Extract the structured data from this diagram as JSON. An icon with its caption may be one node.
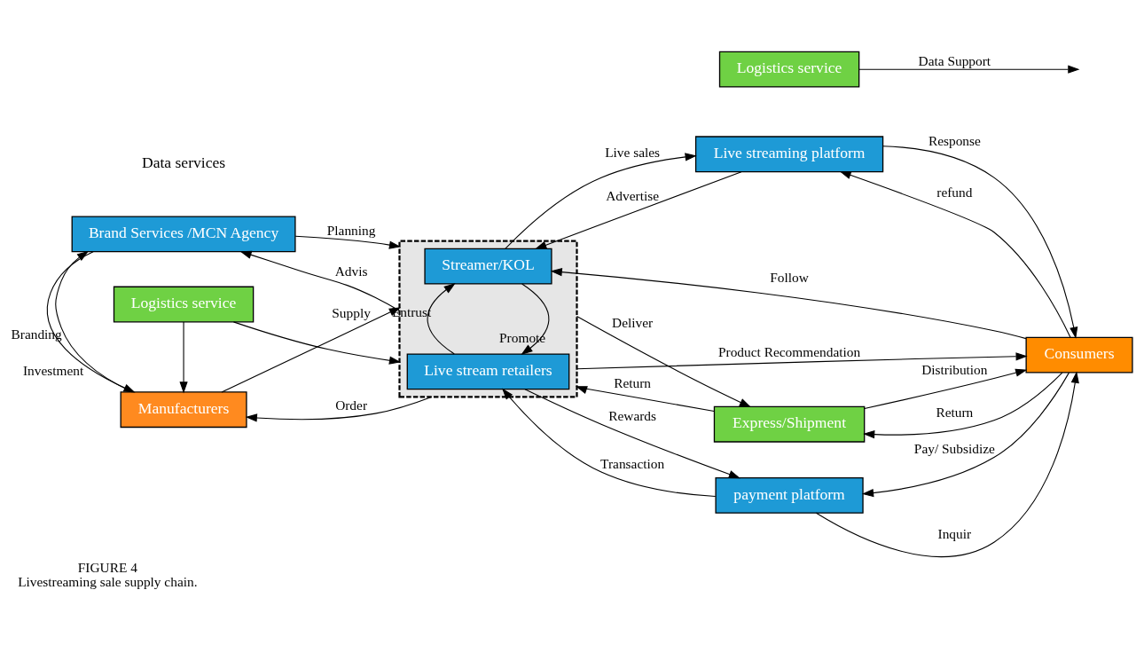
{
  "diagram": {
    "title": "FIGURE 4",
    "caption": "Livestreaming sale supply chain.",
    "nodes": [
      {
        "text": [
          "Logistics service"
        ]
      },
      {
        "text": [
          "Logistics service"
        ]
      },
      {
        "text": [
          "Manufacturers"
        ]
      },
      {
        "text": [],
        "shape": "box"
      },
      {
        "text": [
          "Streamer/KOL"
        ],
        "in": 3
      },
      {
        "text": [
          "Live stream retailers"
        ],
        "in": 3
      },
      {
        "text": [
          "Brand Services /MCN Agency"
        ]
      },
      {
        "text": [
          "Live streaming platform"
        ]
      },
      {
        "text": [
          "payment platform"
        ]
      },
      {
        "text": [
          "Consumers"
        ]
      },
      {
        "text": [
          "Express/Shipment"
        ]
      }
    ],
    "edges": [
      {
        "from": 0,
        "to": 2,
        "arrow": "to"
      },
      {
        "from": 0,
        "to": 3,
        "arrow": "to"
      },
      {
        "from": 1,
        "to": null,
        "label": "Data Support",
        "arrow": "to"
      },
      {
        "from": 3,
        "to": 9,
        "label": "Product Recommendation",
        "arrow": "to"
      },
      {
        "from": 2,
        "to": 3,
        "label": "Supply",
        "arrow": "to"
      },
      {
        "from": 3,
        "to": 2,
        "label": "Order",
        "arrow": "to"
      },
      {
        "from": 2,
        "to": 6,
        "label": "Branding",
        "arrow": "to"
      },
      {
        "from": 6,
        "to": 2,
        "label": "Investment",
        "arrow": "to"
      },
      {
        "from": 6,
        "to": 3,
        "label": "Planning",
        "arrow": "to"
      },
      {
        "from": 3,
        "to": 6,
        "label": "Advis",
        "arrow": "to"
      },
      {
        "from": 4,
        "to": 5,
        "label": "Promote",
        "arrow": "to"
      },
      {
        "from": 5,
        "to": 4,
        "label": "Entrust",
        "arrow": "to"
      },
      {
        "from": 4,
        "to": 7,
        "label": "Live sales",
        "arrow": "to"
      },
      {
        "from": 7,
        "to": 4,
        "label": "Advertise",
        "arrow": "to"
      },
      {
        "from": 9,
        "to": 4,
        "label": "Follow",
        "arrow": "to"
      },
      {
        "from": 7,
        "to": 9,
        "label": "Response",
        "arrow": "to"
      },
      {
        "from": 9,
        "to": 7,
        "label": "refund",
        "arrow": "to"
      },
      {
        "from": 5,
        "to": 8,
        "label": "Rewards",
        "arrow": "to"
      },
      {
        "from": 8,
        "to": 5,
        "label": "Transaction",
        "arrow": "to"
      },
      {
        "from": 8,
        "to": 9,
        "label": "Inquir",
        "arrow": "to"
      },
      {
        "from": 9,
        "to": 8,
        "label": "Pay/ Subsidize",
        "arrow": "to"
      },
      {
        "from": 3,
        "to": 10,
        "label": "Deliver",
        "arrow": "to"
      },
      {
        "from": 10,
        "to": 3,
        "label": "Return",
        "arrow": "to"
      },
      {
        "from": 10,
        "to": 9,
        "label": "Distribution",
        "arrow": "to"
      },
      {
        "from": 9,
        "to": 10,
        "label": "Return",
        "arrow": "to"
      }
    ],
    "labels": [
      "Data services"
    ]
  }
}
